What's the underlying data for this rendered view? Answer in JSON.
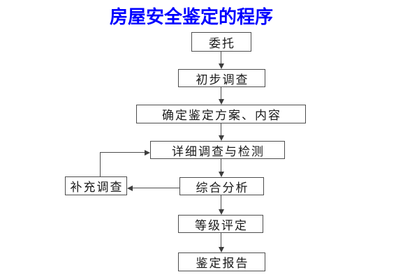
{
  "page": {
    "background_color": "#ffffff"
  },
  "title": {
    "text": "房屋安全鉴定的程序",
    "color": "#0000ff"
  },
  "flowchart": {
    "line_color": "#4d4d4d",
    "text_color": "#1a1a1a",
    "nodes": [
      {
        "id": "commission",
        "label": "委托"
      },
      {
        "id": "preliminary-survey",
        "label": "初步调查"
      },
      {
        "id": "determine-plan",
        "label": "确定鉴定方案、内容"
      },
      {
        "id": "detailed-survey",
        "label": "详细调查与检测"
      },
      {
        "id": "comprehensive-analysis",
        "label": "综合分析"
      },
      {
        "id": "grade-rating",
        "label": "等级评定"
      },
      {
        "id": "appraisal-report",
        "label": "鉴定报告"
      },
      {
        "id": "supplementary-survey",
        "label": "补充调查"
      }
    ],
    "edges": [
      {
        "from": "委托",
        "to": "初步调查",
        "direction": "down"
      },
      {
        "from": "初步调查",
        "to": "确定鉴定方案、内容",
        "direction": "down"
      },
      {
        "from": "确定鉴定方案、内容",
        "to": "详细调查与检测",
        "direction": "down"
      },
      {
        "from": "详细调查与检测",
        "to": "综合分析",
        "direction": "down"
      },
      {
        "from": "综合分析",
        "to": "等级评定",
        "direction": "down"
      },
      {
        "from": "等级评定",
        "to": "鉴定报告",
        "direction": "down"
      },
      {
        "from": "综合分析",
        "to": "补充调查",
        "direction": "left"
      },
      {
        "from": "补充调查",
        "to": "详细调查与检测",
        "direction": "up-right-elbow"
      }
    ]
  }
}
